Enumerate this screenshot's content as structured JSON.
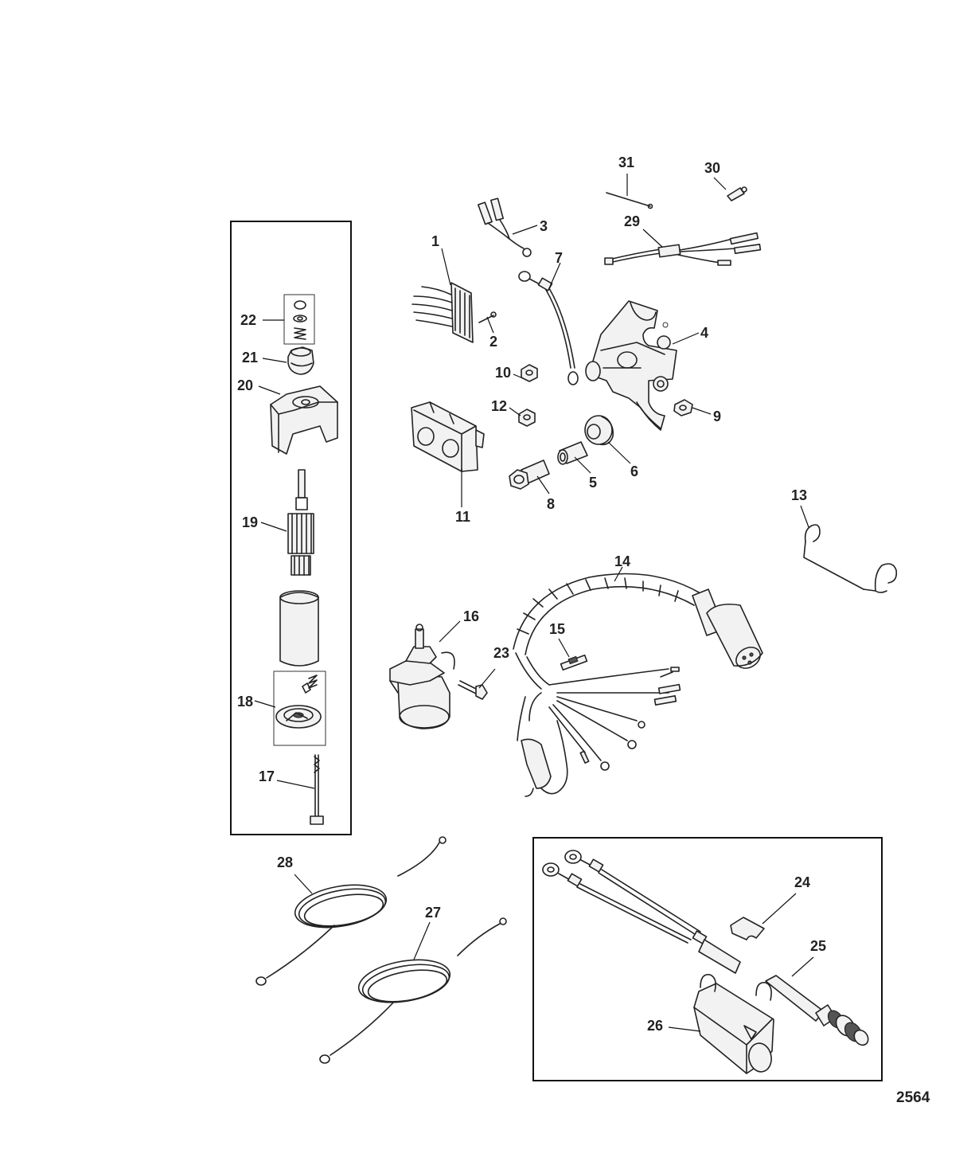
{
  "figure_number": "2564",
  "callouts": [
    "1",
    "2",
    "3",
    "4",
    "5",
    "6",
    "7",
    "8",
    "9",
    "10",
    "11",
    "12",
    "13",
    "14",
    "15",
    "16",
    "17",
    "18",
    "19",
    "20",
    "21",
    "22",
    "23",
    "24",
    "25",
    "26",
    "27",
    "28",
    "29",
    "30",
    "31"
  ]
}
